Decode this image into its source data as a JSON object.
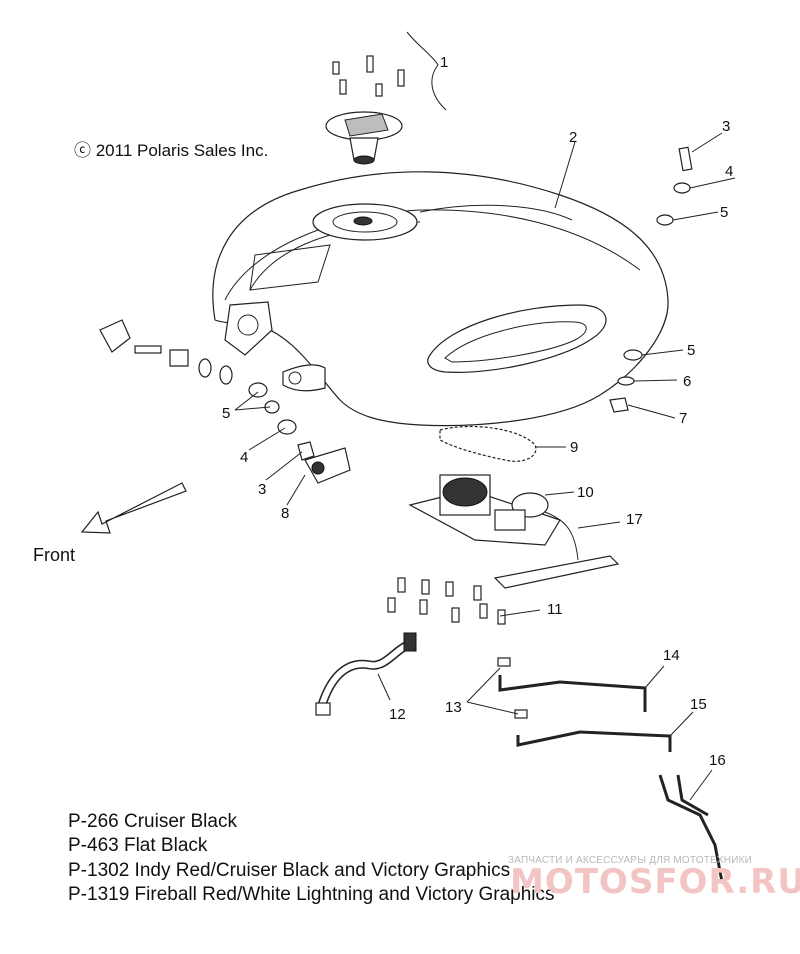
{
  "copyright": "ⓒ 2011 Polaris Sales Inc.",
  "front_label": "Front",
  "callouts": [
    "1",
    "2",
    "3",
    "4",
    "5",
    "3",
    "5",
    "4",
    "5",
    "6",
    "7",
    "9",
    "10",
    "8",
    "17",
    "11",
    "14",
    "13",
    "12",
    "15",
    "16"
  ],
  "paint_codes": [
    "P-266  Cruiser Black",
    "P-463  Flat Black",
    "P-1302 Indy Red/Cruiser Black and Victory Graphics",
    "P-1319 Fireball Red/White Lightning and Victory Graphics"
  ],
  "watermark": {
    "text": "ЗАПЧАСТИ И АКСЕССУАРЫ ДЛЯ МОТОТЕХНИКИ",
    "logo": "MOTOSFOR.RU"
  }
}
